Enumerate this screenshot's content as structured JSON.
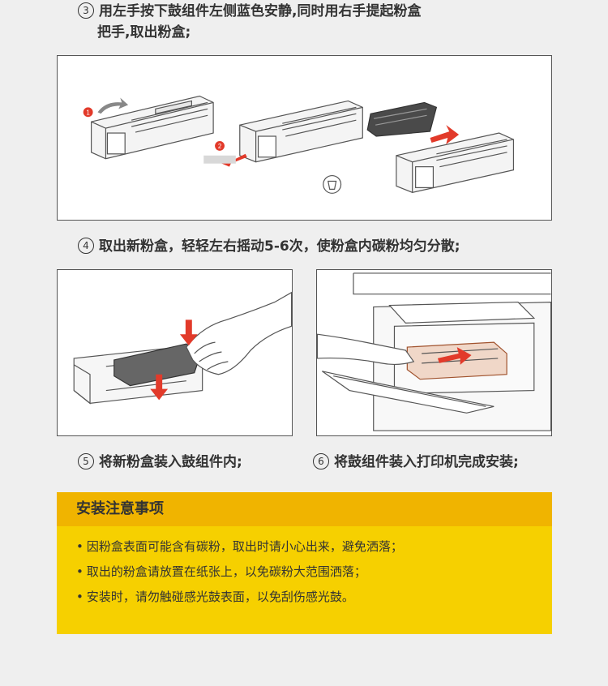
{
  "steps": {
    "s3": {
      "num": "3",
      "line1": "用左手按下鼓组件左侧蓝色安静,同时用右手提起粉盒",
      "line2": "把手,取出粉盒;"
    },
    "s4": {
      "num": "4",
      "text": "取出新粉盒，轻轻左右摇动5-6次，使粉盒内碳粉均匀分散;"
    },
    "s5": {
      "num": "5",
      "text": "将新粉盒装入鼓组件内;"
    },
    "s6": {
      "num": "6",
      "text": "将鼓组件装入打印机完成安装;"
    }
  },
  "figure1": {
    "marker1": "1",
    "marker2": "2"
  },
  "notice": {
    "title": "安装注意事项",
    "items": [
      "因粉盒表面可能含有碳粉，取出时请小心出来，避免洒落；",
      "取出的粉盒请放置在纸张上，以免碳粉大范围洒落；",
      "安装时，请勿触碰感光鼓表面，以免刮伤感光鼓。"
    ]
  },
  "colors": {
    "accent_red": "#e23a2a",
    "notice_bg": "#f6d000",
    "notice_head": "#f0b400"
  }
}
